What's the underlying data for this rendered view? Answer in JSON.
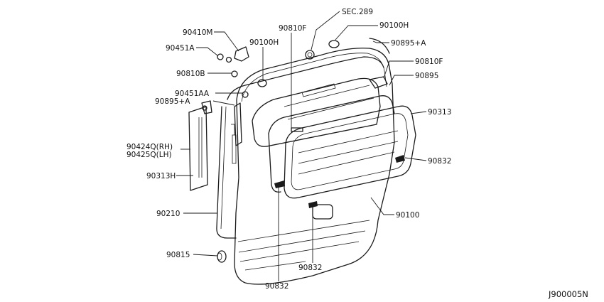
{
  "labels": {
    "sec289": "SEC.289",
    "p90100h_top": "90100H",
    "p90895a_top": "90895+A",
    "p90810f_right": "90810F",
    "p90895": "90895",
    "p90313": "90313",
    "p90832_right": "90832",
    "p90100": "90100",
    "p90832_bottom_mid": "90832",
    "p90832_bottom": "90832",
    "p90815": "90815",
    "p90210": "90210",
    "p90313h": "90313H",
    "p90424q_rh": "90424Q(RH)",
    "p90425q_lh": "90425Q(LH)",
    "p90895a_left": "90895+A",
    "p90451aa": "90451AA",
    "p90810b": "90810B",
    "p90451a": "90451A",
    "p90410m": "90410M",
    "p90100h_left": "90100H",
    "p90810f_top": "90810F"
  },
  "diagram_code": "J900005N"
}
